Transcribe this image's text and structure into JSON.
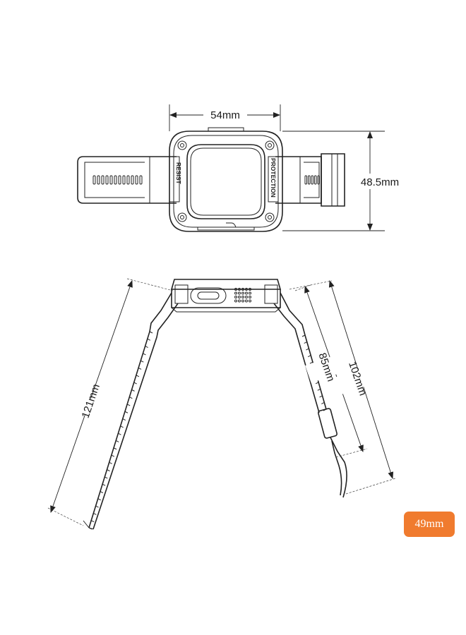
{
  "top_view": {
    "width_label": "54mm",
    "height_label": "48.5mm",
    "case_text_left": "RESIST",
    "case_text_right": "PROTECTION"
  },
  "side_view": {
    "left_strap_label": "121mm",
    "right_inner_label": "85mm",
    "right_outer_label": "102mm"
  },
  "size_badge": "49mm",
  "colors": {
    "badge": "#f07b2e",
    "line": "#222222"
  }
}
